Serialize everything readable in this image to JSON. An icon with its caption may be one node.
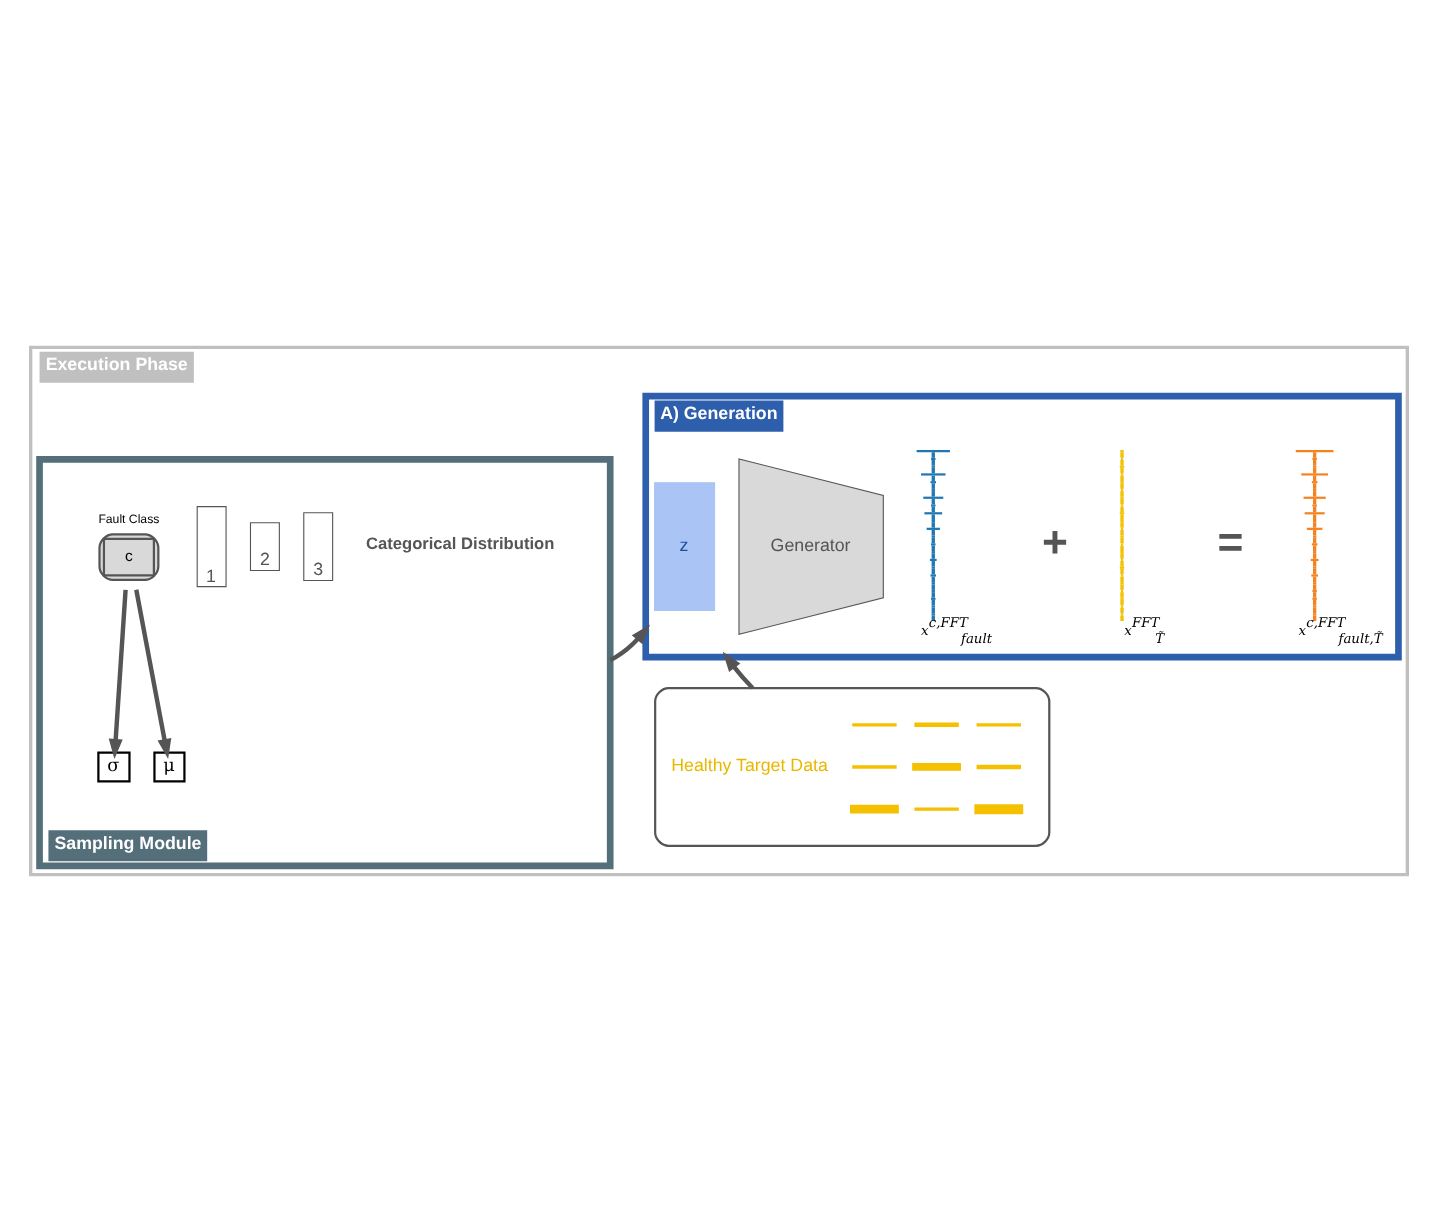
{
  "diagram": {
    "nodes": [
      {
        "text": [
          "Execution Phase"
        ]
      },
      {
        "text": [
          "Sampling Module"
        ],
        "in": 0
      },
      {
        "text": [
          "c"
        ],
        "beside": [
          "Fault Class"
        ],
        "in": 1
      },
      {
        "text": [
          "1"
        ],
        "in": 1
      },
      {
        "text": [
          "2"
        ],
        "in": 1
      },
      {
        "text": [
          "3"
        ],
        "in": 1
      },
      {
        "text": [
          "μ"
        ],
        "in": 1
      },
      {
        "text": [
          "σ"
        ],
        "in": 1
      },
      {
        "text": [
          "A) Generation"
        ],
        "in": 0
      },
      {
        "text": [
          "z"
        ],
        "in": 8
      },
      {
        "text": [
          "Generator"
        ],
        "in": 8
      },
      {
        "text": [],
        "shape": "picture",
        "beside": [
          "x$^{c,FFT}$$_{fault}$"
        ],
        "in": 8
      },
      {
        "text": [],
        "shape": "picture",
        "beside": [
          "x$^{FFT}$$_{T̃}$"
        ],
        "in": 8
      },
      {
        "text": [],
        "shape": "picture",
        "beside": [
          "x$^{c,FFT}$$_{fault,T̃}$"
        ],
        "in": 8
      },
      {
        "text": [
          "Healthy Target Data"
        ],
        "in": 0
      }
    ],
    "edges": [
      {
        "from": 2,
        "to": 6,
        "arrow": "to"
      },
      {
        "from": 2,
        "to": 7,
        "arrow": "to"
      },
      {
        "from": 1,
        "to": 8,
        "arrow": "to"
      },
      {
        "from": 14,
        "to": 8,
        "arrow": "to"
      }
    ],
    "labels": [
      "Categorical Distribution",
      "+",
      "="
    ]
  }
}
